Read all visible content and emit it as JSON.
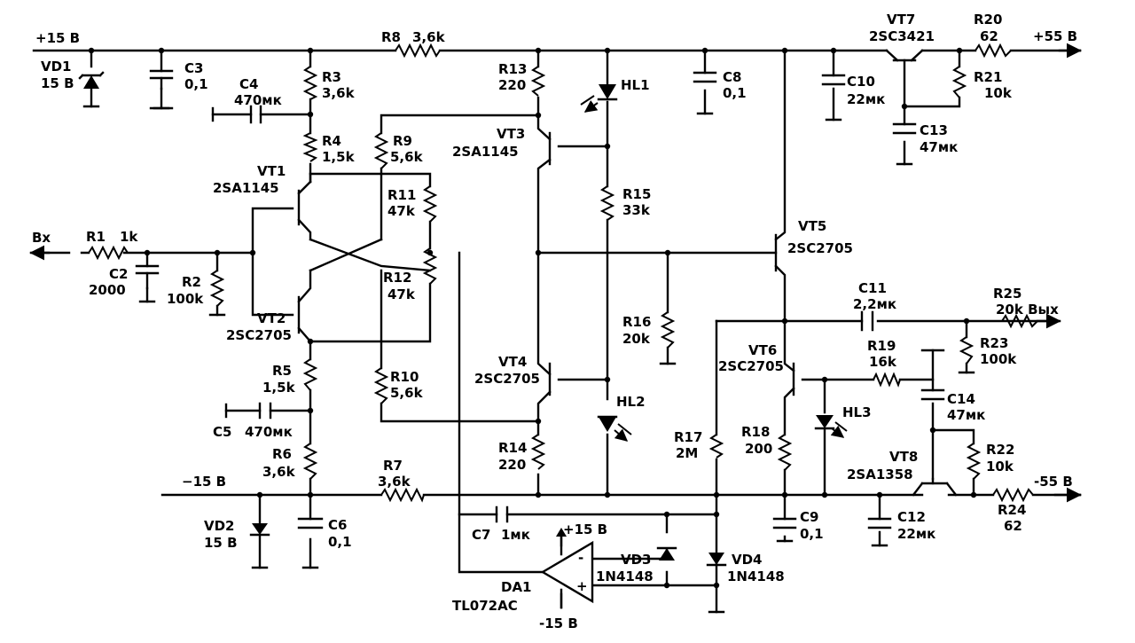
{
  "rails": {
    "p15": "+15 В",
    "m15": "−15 В",
    "p55": "+55 В",
    "m55": "-55 В",
    "input": "Вх",
    "out_res": "R25",
    "out_val": "20k Вых"
  },
  "resistors": {
    "r1": {
      "ref": "R1",
      "val": "1k"
    },
    "r2": {
      "ref": "R2",
      "val": "100k"
    },
    "r3": {
      "ref": "R3",
      "val": "3,6k"
    },
    "r4": {
      "ref": "R4",
      "val": "1,5k"
    },
    "r5": {
      "ref": "R5",
      "val": "1,5k"
    },
    "r6": {
      "ref": "R6",
      "val": "3,6k"
    },
    "r7": {
      "ref": "R7",
      "val": "3,6k"
    },
    "r8": {
      "ref": "R8",
      "val": "3,6k"
    },
    "r9": {
      "ref": "R9",
      "val": "5,6k"
    },
    "r10": {
      "ref": "R10",
      "val": "5,6k"
    },
    "r11": {
      "ref": "R11",
      "val": "47k"
    },
    "r12": {
      "ref": "R12",
      "val": "47k"
    },
    "r13": {
      "ref": "R13",
      "val": "220"
    },
    "r14": {
      "ref": "R14",
      "val": "220"
    },
    "r15": {
      "ref": "R15",
      "val": "33k"
    },
    "r16": {
      "ref": "R16",
      "val": "20k"
    },
    "r17": {
      "ref": "R17",
      "val": "2M"
    },
    "r18": {
      "ref": "R18",
      "val": "200"
    },
    "r19": {
      "ref": "R19",
      "val": "16k"
    },
    "r20": {
      "ref": "R20",
      "val": "62"
    },
    "r21": {
      "ref": "R21",
      "val": "10k"
    },
    "r22": {
      "ref": "R22",
      "val": "10k"
    },
    "r23": {
      "ref": "R23",
      "val": "100k"
    },
    "r24": {
      "ref": "R24",
      "val": "62"
    }
  },
  "capacitors": {
    "c2": {
      "ref": "C2",
      "val": "2000"
    },
    "c3": {
      "ref": "C3",
      "val": "0,1"
    },
    "c4": {
      "ref": "C4",
      "val": "470мк"
    },
    "c5": {
      "ref": "C5",
      "val": "470мк"
    },
    "c6": {
      "ref": "C6",
      "val": "0,1"
    },
    "c7": {
      "ref": "C7",
      "val": "1мк"
    },
    "c8": {
      "ref": "C8",
      "val": "0,1"
    },
    "c9": {
      "ref": "C9",
      "val": "0,1"
    },
    "c10": {
      "ref": "C10",
      "val": "22мк"
    },
    "c11": {
      "ref": "C11",
      "val": "2,2мк"
    },
    "c12": {
      "ref": "C12",
      "val": "22мк"
    },
    "c13": {
      "ref": "C13",
      "val": "47мк"
    },
    "c14": {
      "ref": "C14",
      "val": "47мк"
    }
  },
  "transistors": {
    "vt1": {
      "ref": "VT1",
      "part": "2SA1145"
    },
    "vt2": {
      "ref": "VT2",
      "part": "2SC2705"
    },
    "vt3": {
      "ref": "VT3",
      "part": "2SA1145"
    },
    "vt4": {
      "ref": "VT4",
      "part": "2SC2705"
    },
    "vt5": {
      "ref": "VT5",
      "part": "2SC2705"
    },
    "vt6": {
      "ref": "VT6",
      "part": "2SC2705"
    },
    "vt7": {
      "ref": "VT7",
      "part": "2SC3421"
    },
    "vt8": {
      "ref": "VT8",
      "part": "2SA1358"
    }
  },
  "diodes": {
    "vd1": {
      "ref": "VD1",
      "val": "15 В"
    },
    "vd2": {
      "ref": "VD2",
      "val": "15 В"
    },
    "vd3": {
      "ref": "VD3",
      "val": "1N4148"
    },
    "vd4": {
      "ref": "VD4",
      "val": "1N4148"
    },
    "hl1": {
      "ref": "HL1"
    },
    "hl2": {
      "ref": "HL2"
    },
    "hl3": {
      "ref": "HL3"
    }
  },
  "opamp": {
    "ref": "DA1",
    "part": "TL072AC",
    "vpos": "+15 В",
    "vneg": "-15 В",
    "minus": "-",
    "plus": "+"
  }
}
